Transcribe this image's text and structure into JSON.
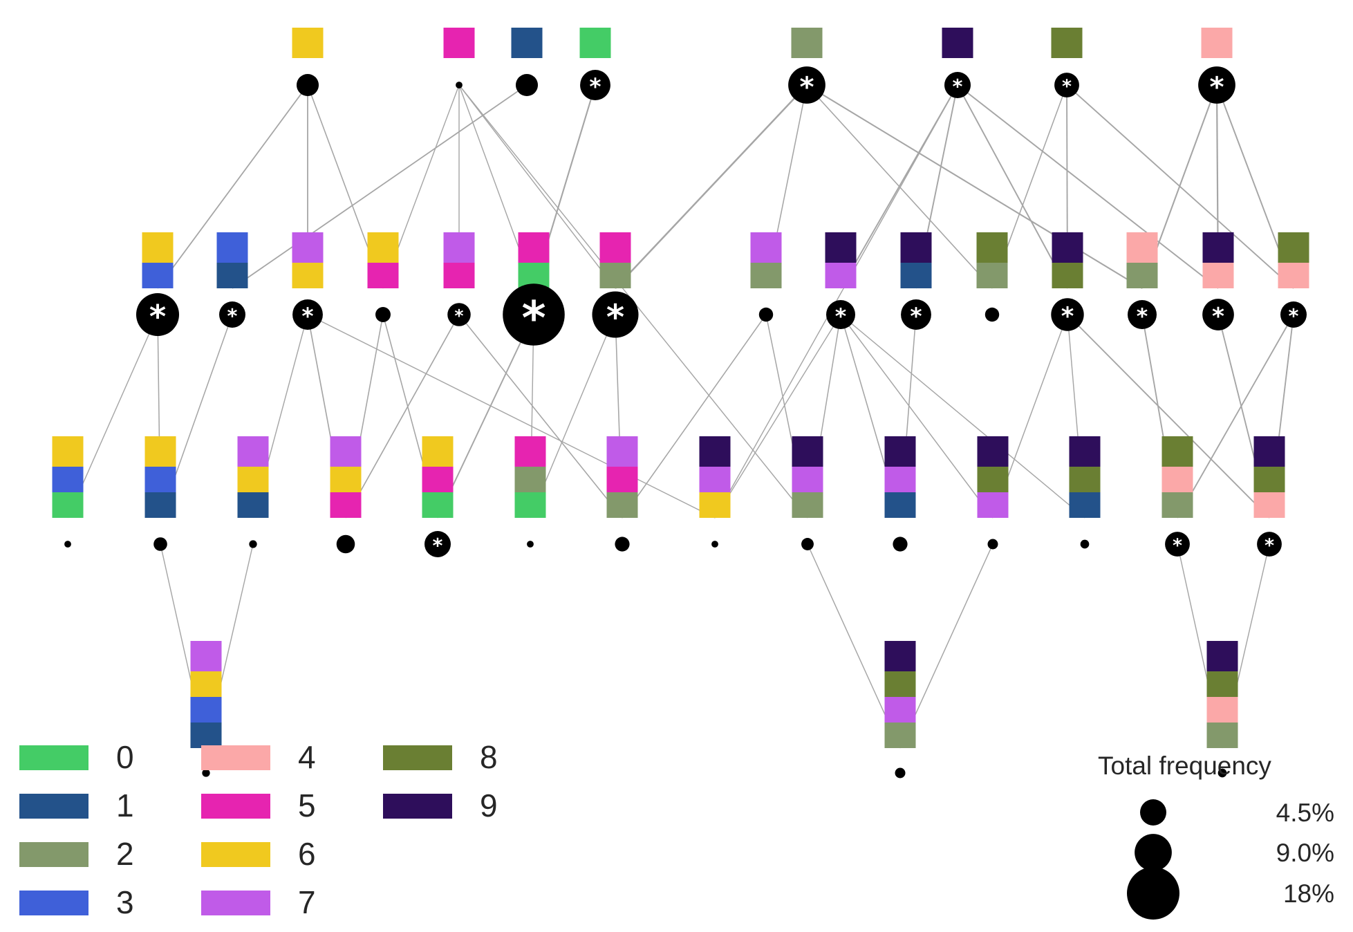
{
  "colors": {
    "0": "#44cc66",
    "1": "#23528a",
    "2": "#83996b",
    "3": "#3f60d9",
    "4": "#fba8a8",
    "5": "#e624b0",
    "6": "#f0c91f",
    "7": "#c05be8",
    "8": "#6a7f33",
    "9": "#2e0e5b"
  },
  "legend": {
    "items": [
      {
        "key": "0",
        "label": "0"
      },
      {
        "key": "1",
        "label": "1"
      },
      {
        "key": "2",
        "label": "2"
      },
      {
        "key": "3",
        "label": "3"
      },
      {
        "key": "4",
        "label": "4"
      },
      {
        "key": "5",
        "label": "5"
      },
      {
        "key": "6",
        "label": "6"
      },
      {
        "key": "7",
        "label": "7"
      },
      {
        "key": "8",
        "label": "8"
      },
      {
        "key": "9",
        "label": "9"
      }
    ]
  },
  "size_legend": {
    "title": "Total frequency",
    "entries": [
      {
        "label": "4.5%",
        "freq": 4.5
      },
      {
        "label": "9.0%",
        "freq": 9.0
      },
      {
        "label": "18%",
        "freq": 18
      }
    ]
  },
  "marker_symbol": "*",
  "nodes": [
    {
      "id": "a1",
      "level": 1,
      "items": [
        "6"
      ],
      "freq": 3.2,
      "marked": false
    },
    {
      "id": "a2",
      "level": 1,
      "items": [
        "5"
      ],
      "freq": 0.3,
      "marked": false
    },
    {
      "id": "a3",
      "level": 1,
      "items": [
        "1"
      ],
      "freq": 3.2,
      "marked": false
    },
    {
      "id": "a4",
      "level": 1,
      "items": [
        "0"
      ],
      "freq": 6,
      "marked": true
    },
    {
      "id": "a5",
      "level": 1,
      "items": [
        "2"
      ],
      "freq": 9,
      "marked": true
    },
    {
      "id": "a6",
      "level": 1,
      "items": [
        "9"
      ],
      "freq": 4.5,
      "marked": true
    },
    {
      "id": "a7",
      "level": 1,
      "items": [
        "8"
      ],
      "freq": 4,
      "marked": true
    },
    {
      "id": "a8",
      "level": 1,
      "items": [
        "4"
      ],
      "freq": 9,
      "marked": true
    },
    {
      "id": "b1",
      "level": 2,
      "items": [
        "6",
        "3"
      ],
      "freq": 12,
      "marked": true
    },
    {
      "id": "b2",
      "level": 2,
      "items": [
        "3",
        "1"
      ],
      "freq": 4.5,
      "marked": true
    },
    {
      "id": "b3",
      "level": 2,
      "items": [
        "7",
        "6"
      ],
      "freq": 6,
      "marked": true
    },
    {
      "id": "b4",
      "level": 2,
      "items": [
        "6",
        "5"
      ],
      "freq": 1.5,
      "marked": false
    },
    {
      "id": "b5",
      "level": 2,
      "items": [
        "7",
        "5"
      ],
      "freq": 3.5,
      "marked": true
    },
    {
      "id": "b6",
      "level": 2,
      "items": [
        "5",
        "0"
      ],
      "freq": 25,
      "marked": true
    },
    {
      "id": "b7",
      "level": 2,
      "items": [
        "5",
        "2"
      ],
      "freq": 14,
      "marked": true
    },
    {
      "id": "b8",
      "level": 2,
      "items": [
        "7",
        "2"
      ],
      "freq": 1.3,
      "marked": false
    },
    {
      "id": "b9",
      "level": 2,
      "items": [
        "9",
        "7"
      ],
      "freq": 5.5,
      "marked": true
    },
    {
      "id": "b10",
      "level": 2,
      "items": [
        "9",
        "1"
      ],
      "freq": 6,
      "marked": true
    },
    {
      "id": "b11",
      "level": 2,
      "items": [
        "8",
        "2"
      ],
      "freq": 1.3,
      "marked": false
    },
    {
      "id": "b12",
      "level": 2,
      "items": [
        "9",
        "8"
      ],
      "freq": 7,
      "marked": true
    },
    {
      "id": "b13",
      "level": 2,
      "items": [
        "4",
        "2"
      ],
      "freq": 5.5,
      "marked": true
    },
    {
      "id": "b14",
      "level": 2,
      "items": [
        "9",
        "4"
      ],
      "freq": 6.5,
      "marked": true
    },
    {
      "id": "b15",
      "level": 2,
      "items": [
        "8",
        "4"
      ],
      "freq": 4.5,
      "marked": true
    },
    {
      "id": "c1",
      "level": 3,
      "items": [
        "6",
        "3",
        "0"
      ],
      "freq": 0.3,
      "marked": false
    },
    {
      "id": "c2",
      "level": 3,
      "items": [
        "6",
        "3",
        "1"
      ],
      "freq": 1.2,
      "marked": false
    },
    {
      "id": "c3",
      "level": 3,
      "items": [
        "7",
        "6",
        "1"
      ],
      "freq": 0.4,
      "marked": false
    },
    {
      "id": "c4",
      "level": 3,
      "items": [
        "7",
        "6",
        "5"
      ],
      "freq": 2.2,
      "marked": false
    },
    {
      "id": "c5",
      "level": 3,
      "items": [
        "6",
        "5",
        "0"
      ],
      "freq": 4.5,
      "marked": true
    },
    {
      "id": "c6",
      "level": 3,
      "items": [
        "5",
        "2",
        "0"
      ],
      "freq": 0.3,
      "marked": false
    },
    {
      "id": "c7",
      "level": 3,
      "items": [
        "7",
        "5",
        "2"
      ],
      "freq": 1.4,
      "marked": false
    },
    {
      "id": "c8",
      "level": 3,
      "items": [
        "9",
        "7",
        "6"
      ],
      "freq": 0.3,
      "marked": false
    },
    {
      "id": "c9",
      "level": 3,
      "items": [
        "9",
        "7",
        "2"
      ],
      "freq": 1,
      "marked": false
    },
    {
      "id": "c10",
      "level": 3,
      "items": [
        "9",
        "7",
        "1"
      ],
      "freq": 1.4,
      "marked": false
    },
    {
      "id": "c11",
      "level": 3,
      "items": [
        "9",
        "8",
        "7"
      ],
      "freq": 0.7,
      "marked": false
    },
    {
      "id": "c12",
      "level": 3,
      "items": [
        "9",
        "8",
        "1"
      ],
      "freq": 0.5,
      "marked": false
    },
    {
      "id": "c13",
      "level": 3,
      "items": [
        "8",
        "4",
        "2"
      ],
      "freq": 4,
      "marked": true
    },
    {
      "id": "c14",
      "level": 3,
      "items": [
        "9",
        "8",
        "4"
      ],
      "freq": 4,
      "marked": true
    },
    {
      "id": "d1",
      "level": 4,
      "items": [
        "7",
        "6",
        "3",
        "1"
      ],
      "freq": 0.4,
      "marked": false
    },
    {
      "id": "d2",
      "level": 4,
      "items": [
        "9",
        "8",
        "7",
        "2"
      ],
      "freq": 0.7,
      "marked": false
    },
    {
      "id": "d3",
      "level": 4,
      "items": [
        "9",
        "8",
        "4",
        "2"
      ],
      "freq": 0.5,
      "marked": false
    }
  ],
  "edges": [
    [
      "a1",
      "b1"
    ],
    [
      "a1",
      "b3"
    ],
    [
      "a1",
      "b4"
    ],
    [
      "a2",
      "b5"
    ],
    [
      "a2",
      "b6"
    ],
    [
      "a2",
      "b7"
    ],
    [
      "a2",
      "b4"
    ],
    [
      "a2",
      "c9"
    ],
    [
      "a3",
      "b2"
    ],
    [
      "a4",
      "b6"
    ],
    [
      "a5",
      "b7"
    ],
    [
      "a5",
      "b8"
    ],
    [
      "a5",
      "b11"
    ],
    [
      "a5",
      "b13"
    ],
    [
      "a6",
      "b9"
    ],
    [
      "a6",
      "b10"
    ],
    [
      "a6",
      "b12"
    ],
    [
      "a6",
      "b14"
    ],
    [
      "a6",
      "c8"
    ],
    [
      "a7",
      "b11"
    ],
    [
      "a7",
      "b12"
    ],
    [
      "a7",
      "b15"
    ],
    [
      "a8",
      "b13"
    ],
    [
      "a8",
      "b14"
    ],
    [
      "a8",
      "b15"
    ],
    [
      "b1",
      "c1"
    ],
    [
      "b1",
      "c2"
    ],
    [
      "b2",
      "c2"
    ],
    [
      "b3",
      "c3"
    ],
    [
      "b3",
      "c4"
    ],
    [
      "b3",
      "c8"
    ],
    [
      "b4",
      "c4"
    ],
    [
      "b4",
      "c5"
    ],
    [
      "b5",
      "c4"
    ],
    [
      "b5",
      "c7"
    ],
    [
      "b6",
      "c5"
    ],
    [
      "b6",
      "c6"
    ],
    [
      "b7",
      "c6"
    ],
    [
      "b7",
      "c7"
    ],
    [
      "b8",
      "c7"
    ],
    [
      "b8",
      "c9"
    ],
    [
      "b9",
      "c8"
    ],
    [
      "b9",
      "c9"
    ],
    [
      "b9",
      "c10"
    ],
    [
      "b9",
      "c11"
    ],
    [
      "b9",
      "c12"
    ],
    [
      "b10",
      "c10"
    ],
    [
      "b12",
      "c11"
    ],
    [
      "b12",
      "c12"
    ],
    [
      "b12",
      "c14"
    ],
    [
      "b13",
      "c13"
    ],
    [
      "b14",
      "c14"
    ],
    [
      "b15",
      "c13"
    ],
    [
      "b15",
      "c14"
    ],
    [
      "c2",
      "d1"
    ],
    [
      "c3",
      "d1"
    ],
    [
      "c9",
      "d2"
    ],
    [
      "c11",
      "d2"
    ],
    [
      "c13",
      "d3"
    ],
    [
      "c14",
      "d3"
    ]
  ]
}
